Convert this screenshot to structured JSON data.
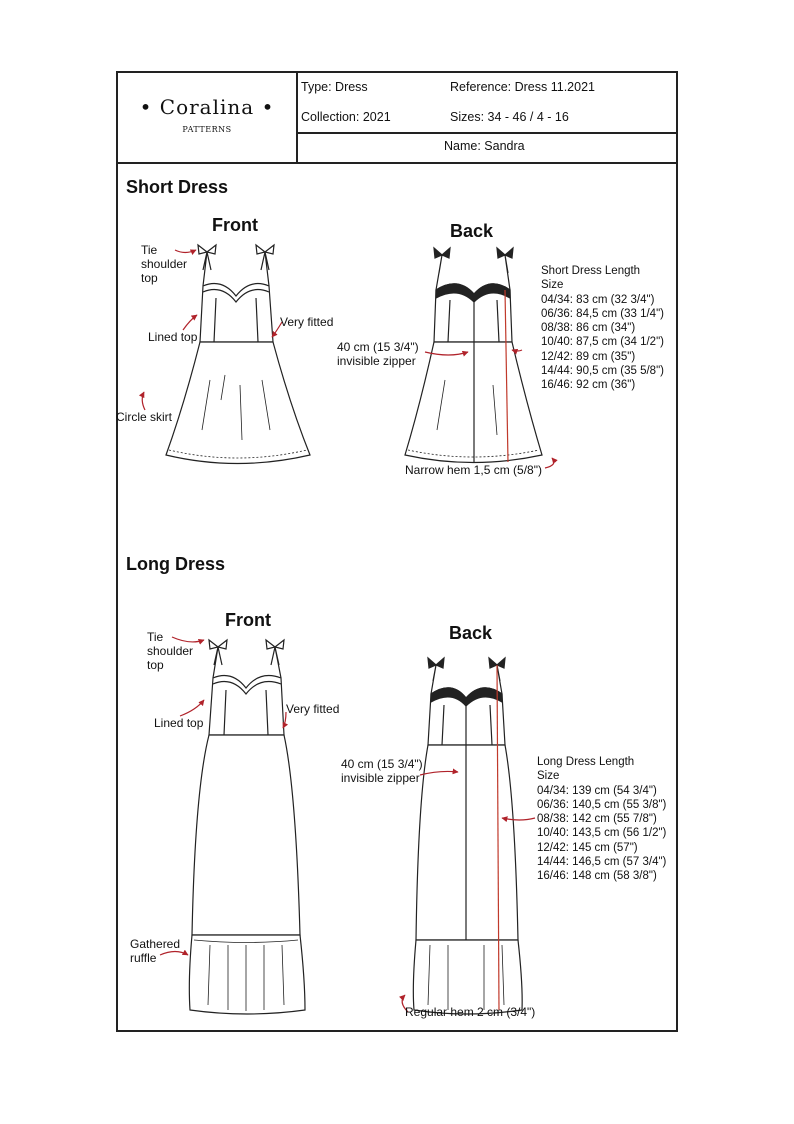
{
  "header": {
    "logo_name": "• Coralina •",
    "logo_sub": "PATTERNS",
    "type": "Type: Dress",
    "reference": "Reference: Dress 11.2021",
    "collection": "Collection: 2021",
    "sizes": "Sizes: 34 - 46 / 4 - 16",
    "name": "Name: Sandra"
  },
  "short_dress": {
    "title": "Short Dress",
    "front_label": "Front",
    "back_label": "Back",
    "labels": {
      "tie_1": "Tie",
      "tie_2": "shoulder",
      "tie_3": "top",
      "lined_top": "Lined top",
      "very_fitted": "Very fitted",
      "circle_skirt": "Circle skirt",
      "zipper_1": "40 cm (15 3/4\")",
      "zipper_2": "invisible zipper",
      "hem": "Narrow hem 1,5 cm (5/8\")"
    },
    "length_title": "Short Dress Length",
    "size_label": "Size",
    "lengths": [
      "04/34: 83 cm (32 3/4\")",
      "06/36: 84,5 cm (33 1/4\")",
      "08/38: 86 cm (34\")",
      "10/40: 87,5 cm (34 1/2\")",
      "12/42: 89 cm (35\")",
      "14/44: 90,5 cm (35 5/8\")",
      "16/46: 92 cm (36\")"
    ]
  },
  "long_dress": {
    "title": "Long Dress",
    "front_label": "Front",
    "back_label": "Back",
    "labels": {
      "tie_1": "Tie",
      "tie_2": "shoulder",
      "tie_3": "top",
      "lined_top": "Lined top",
      "very_fitted": "Very fitted",
      "ruffle_1": "Gathered",
      "ruffle_2": "ruffle",
      "zipper_1": "40 cm (15 3/4\")",
      "zipper_2": "invisible zipper",
      "hem": "Regular hem 2 cm (3/4\")"
    },
    "length_title": "Long Dress Length",
    "size_label": "Size",
    "lengths": [
      "04/34: 139 cm (54 3/4\")",
      "06/36: 140,5 cm (55 3/8\")",
      "08/38: 142 cm (55 7/8\")",
      "10/40: 143,5 cm (56 1/2\")",
      "12/42: 145 cm (57\")",
      "14/44: 146,5 cm (57 3/4\")",
      "16/46: 148 cm (58 3/8\")"
    ]
  },
  "colors": {
    "arrow": "#b0222a",
    "measure_line": "#c0392b",
    "outline": "#222222"
  }
}
